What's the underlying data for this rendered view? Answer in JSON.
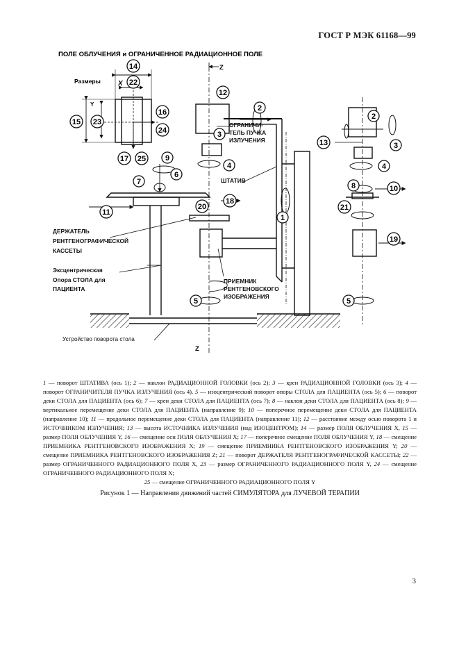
{
  "header": {
    "standard": "ГОСТ Р МЭК 61168—99"
  },
  "diagram": {
    "title": "ПОЛЕ ОБЛУЧЕНИЯ и ОГРАНИЧЕННОЕ РАДИАЦИОННОЕ ПОЛЕ",
    "sizes_label": "Размеры",
    "axis_x": "X",
    "axis_y": "Y",
    "axis_z_top": "Z",
    "axis_z_bottom": "Z",
    "labels": {
      "limiter": [
        "ОГРАНИЧИ-",
        "ТЕЛЬ ПУЧКА",
        "ИЗЛУЧЕНИЯ"
      ],
      "stand": "ШТАТИВ",
      "holder": [
        "ДЕРЖАТЕЛЬ",
        "РЕНТГЕНОГРАФИЧЕСКОЙ",
        "КАССЕТЫ"
      ],
      "support": [
        "Эксцентрическая",
        "Опора СТОЛА для",
        "ПАЦИЕНТА"
      ],
      "receiver": [
        "ПРИЕМНИК",
        "РЕНТГЕНОВСКОГО",
        "ИЗОБРАЖЕНИЯ"
      ],
      "rotation_device": "Устройство поворота стола"
    },
    "markers": {
      "m1": "1",
      "m2a": "2",
      "m2b": "2",
      "m3a": "3",
      "m3b": "3",
      "m4a": "4",
      "m4b": "4",
      "m5a": "5",
      "m5b": "5",
      "m6": "6",
      "m7": "7",
      "m8": "8",
      "m9": "9",
      "m10": "10",
      "m11": "11",
      "m12": "12",
      "m13": "13",
      "m14": "14",
      "m15": "15",
      "m16": "16",
      "m17": "17",
      "m18": "18",
      "m19": "19",
      "m20": "20",
      "m21": "21",
      "m22": "22",
      "m23": "23",
      "m24": "24",
      "m25": "25"
    }
  },
  "legend": [
    {
      "n": "1",
      "t": " — поворот ШТАТИВА (ось 1); "
    },
    {
      "n": "2",
      "t": " — наклон РАДИАЦИОННОЙ ГОЛОВКИ (ось 2); "
    },
    {
      "n": "3",
      "t": " — крен РАДИАЦИОННОЙ ГОЛОВКИ (ось 3); "
    },
    {
      "n": "4",
      "t": " — поворот ОГРАНИЧИТЕЛЯ ПУЧКА ИЗЛУЧЕНИЯ (ось 4). "
    },
    {
      "n": "5",
      "t": " — изоцентрический поворот опоры СТОЛА для ПАЦИЕНТА (ось 5); "
    },
    {
      "n": "6",
      "t": " — поворот деки СТОЛА для ПАЦИЕНТА (ось 6); "
    },
    {
      "n": "7",
      "t": " — крен деки СТОЛА для ПАЦИЕНТА (ось 7); "
    },
    {
      "n": "8",
      "t": " — наклон деки СТОЛА для ПАЦИЕНТА (ось 8); "
    },
    {
      "n": "9",
      "t": " — вертикальное перемещение деки СТОЛА для ПАЦИЕНТА (направление 9); "
    },
    {
      "n": "10",
      "t": " — поперечное перемещение деки СТОЛА для ПАЦИЕНТА (направление 10); "
    },
    {
      "n": "11",
      "t": " — продольное перемещение деки СТОЛА для ПАЦИЕНТА (направление 11); "
    },
    {
      "n": "12",
      "t": " — расстояние между осью поворота 1 и ИСТОЧНИКОМ ИЗЛУЧЕНИЯ; "
    },
    {
      "n": "13",
      "t": " — высота ИСТОЧНИКА ИЗЛУЧЕНИЯ (над ИЗОЦЕНТРОМ); "
    },
    {
      "n": "14",
      "t": " — размер ПОЛЯ ОБЛУЧЕНИЯ X, "
    },
    {
      "n": "15",
      "t": " — размер ПОЛЯ ОБЛУЧЕНИЯ Y, "
    },
    {
      "n": "16",
      "t": " — смещение оси ПОЛЯ ОБЛУЧЕНИЯ X; "
    },
    {
      "n": "17",
      "t": " — поперечное смещение ПОЛЯ ОБЛУЧЕНИЯ Y, "
    },
    {
      "n": "18",
      "t": " — смещение ПРИЕМНИКА РЕНТГЕНОВСКОГО ИЗОБРАЖЕНИЯ X; "
    },
    {
      "n": "19",
      "t": " — смещение ПРИЕМНИКА РЕНТГЕНОВСКОГО ИЗОБРАЖЕНИЯ Y; "
    },
    {
      "n": "20",
      "t": " — смещение ПРИЕМНИКА РЕНТГЕНОВСКОГО ИЗОБРАЖЕНИЯ Z; "
    },
    {
      "n": "21",
      "t": " — поворот ДЕРЖАТЕЛЯ РЕНТГЕНОГРАФИЧЕСКОЙ КАССЕТЫ; "
    },
    {
      "n": "22",
      "t": " — размер ОГРАНИЧЕННОГО РАДИАЦИОННОГО ПОЛЯ X, "
    },
    {
      "n": "23",
      "t": " — размер ОГРАНИЧЕННОГО РАДИАЦИОННОГО ПОЛЯ Y, "
    },
    {
      "n": "24",
      "t": " — смещение ОГРАНИЧЕННОГО РАДИАЦИОННОГО ПОЛЯ X; "
    }
  ],
  "legend_last": {
    "n": "25",
    "t": " — смещение ОГРАНИЧЕННОГО РАДИАЦИОННОГО ПОЛЯ Y"
  },
  "caption": "Рисунок 1 — Направления движений частей СИМУЛЯТОРА для ЛУЧЕВОЙ ТЕРАПИИ",
  "page_number": "3"
}
